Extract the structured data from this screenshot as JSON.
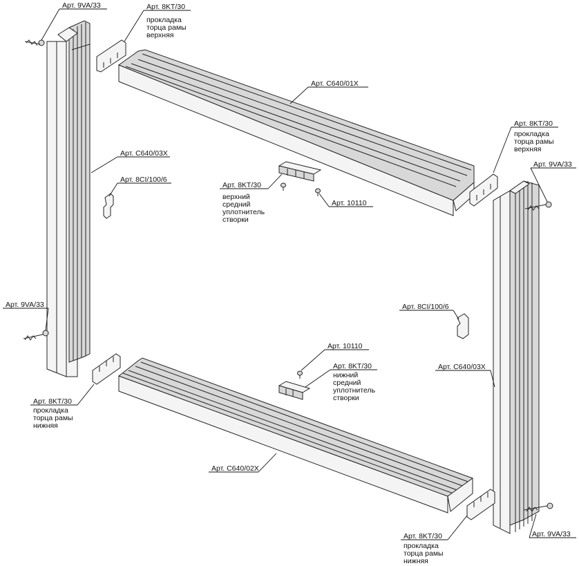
{
  "labels": {
    "screw_tl": "Арт. 9VA/33",
    "screw_ml": "Арт. 9VA/33",
    "screw_tr": "Арт. 9VA/33",
    "screw_br": "Арт. 9VA/33",
    "cap_top_left_code": "Арт. 8KT/30",
    "cap_top_left_desc": [
      "прокладка",
      "торца рамы",
      "верхняя"
    ],
    "cap_top_right_code": "Арт. 8KT/30",
    "cap_top_right_desc": [
      "прокладка",
      "торца рамы",
      "верхняя"
    ],
    "cap_bot_left_code": "Арт. 8KT/30",
    "cap_bot_left_desc": [
      "прокладка",
      "торца рамы",
      "нижняя"
    ],
    "cap_bot_right_code": "Арт. 8KT/30",
    "cap_bot_right_desc": [
      "прокладка",
      "торца рамы",
      "нижняя"
    ],
    "top_profile": "Арт. C640/01X",
    "bottom_profile": "Арт. C640/02X",
    "left_profile": "Арт. C640/03X",
    "right_profile": "Арт. C640/03X",
    "clip_left": "Арт. 8CI/100/6",
    "clip_right": "Арт. 8CI/100/6",
    "seal_top_code": "Арт. 8KT/30",
    "seal_top_desc": [
      "верхний",
      "средний",
      "уплотнитель",
      "створки"
    ],
    "seal_top_screw": "Арт. 10110",
    "seal_bot_screw": "Арт. 10110",
    "seal_bot_code": "Арт. 8KT/30",
    "seal_bot_desc": [
      "нижний",
      "средний",
      "уплотнитель",
      "створки"
    ]
  }
}
